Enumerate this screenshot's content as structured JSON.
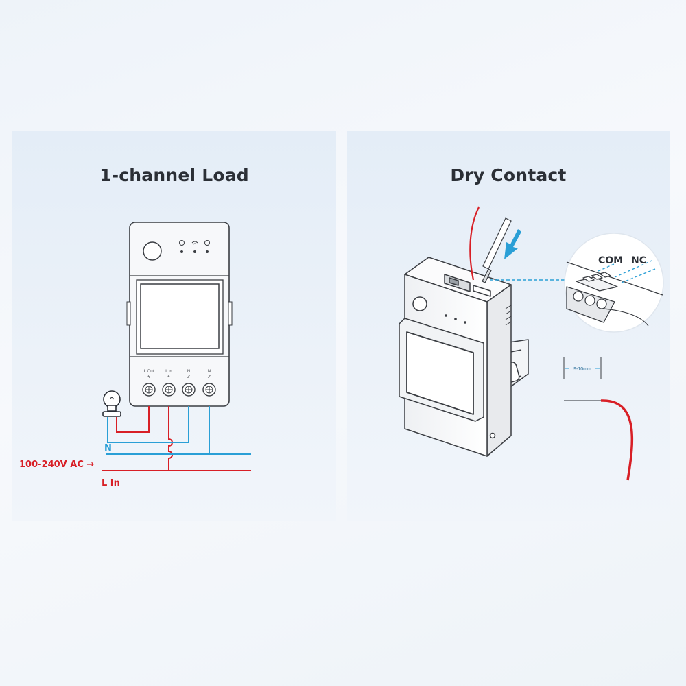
{
  "left_panel": {
    "title": "1-channel Load",
    "terminals": [
      {
        "label": "L Out",
        "symbol": "ϟ"
      },
      {
        "label": "L in",
        "symbol": "ϟ"
      },
      {
        "label": "N",
        "symbol": "⁄⁄"
      },
      {
        "label": "N",
        "symbol": "⁄⁄"
      }
    ],
    "neutral_label": "N",
    "supply_label": "100-240V AC →",
    "live_label": "L In"
  },
  "right_panel": {
    "title": "Dry Contact",
    "com_label": "COM",
    "nc_label": "NC",
    "strip_length": "9-10mm"
  },
  "colors": {
    "live": "#d81f26",
    "neutral": "#2a9fd6",
    "device": "#f7f8fa",
    "outline": "#3a3d42"
  },
  "icons": [
    "bulb-icon",
    "power-led-icon",
    "wifi-led-icon",
    "network-led-icon",
    "screwdriver-icon",
    "insert-arrow-icon"
  ]
}
